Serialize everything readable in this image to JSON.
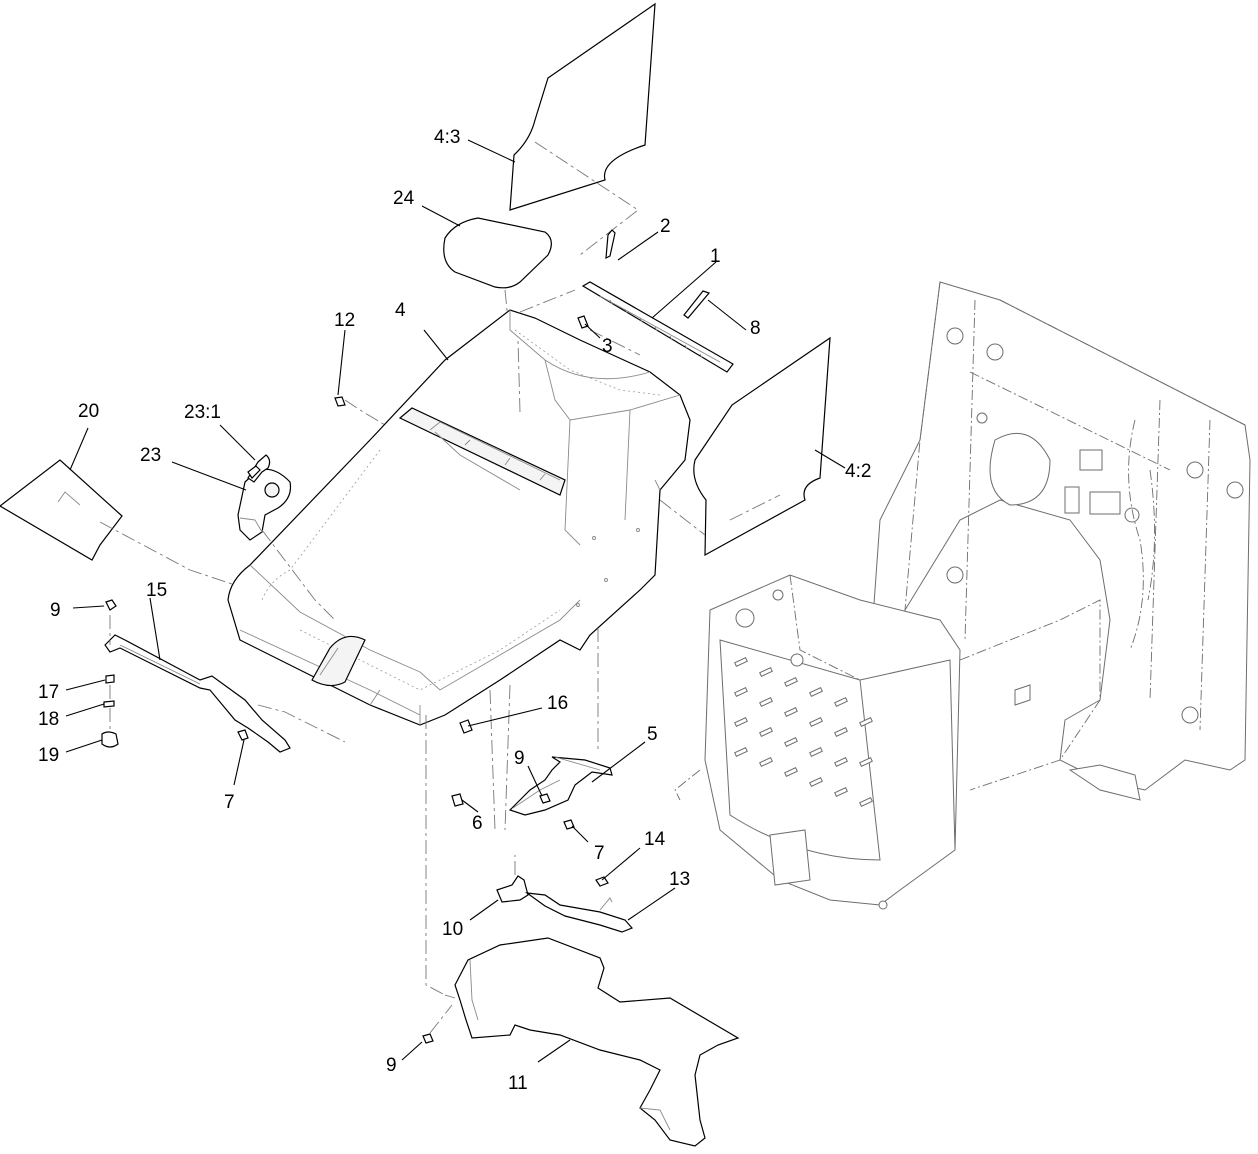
{
  "callouts": [
    {
      "id": "c1",
      "label": "1"
    },
    {
      "id": "c2",
      "label": "2"
    },
    {
      "id": "c3",
      "label": "3"
    },
    {
      "id": "c4",
      "label": "4"
    },
    {
      "id": "c4_2",
      "label": "4:2"
    },
    {
      "id": "c4_3",
      "label": "4:3"
    },
    {
      "id": "c5",
      "label": "5"
    },
    {
      "id": "c6",
      "label": "6"
    },
    {
      "id": "c7a",
      "label": "7"
    },
    {
      "id": "c7b",
      "label": "7"
    },
    {
      "id": "c8",
      "label": "8"
    },
    {
      "id": "c9a",
      "label": "9"
    },
    {
      "id": "c9b",
      "label": "9"
    },
    {
      "id": "c9c",
      "label": "9"
    },
    {
      "id": "c10",
      "label": "10"
    },
    {
      "id": "c11",
      "label": "11"
    },
    {
      "id": "c12",
      "label": "12"
    },
    {
      "id": "c13",
      "label": "13"
    },
    {
      "id": "c14",
      "label": "14"
    },
    {
      "id": "c15",
      "label": "15"
    },
    {
      "id": "c16",
      "label": "16"
    },
    {
      "id": "c17",
      "label": "17"
    },
    {
      "id": "c18",
      "label": "18"
    },
    {
      "id": "c19",
      "label": "19"
    },
    {
      "id": "c20",
      "label": "20"
    },
    {
      "id": "c23",
      "label": "23"
    },
    {
      "id": "c23_1",
      "label": "23:1"
    },
    {
      "id": "c24",
      "label": "24"
    }
  ]
}
